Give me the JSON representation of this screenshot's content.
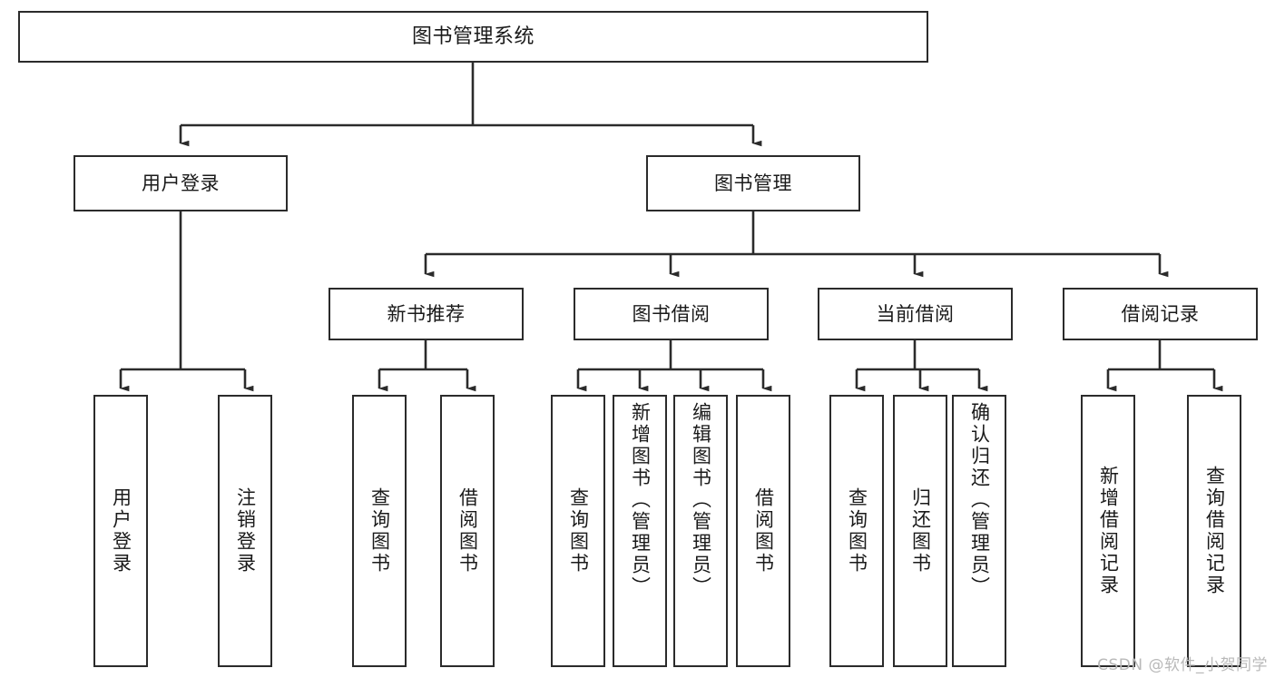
{
  "diagram": {
    "title": "图书管理系统",
    "type": "hierarchy-tree",
    "watermark": "CSDN @软件_小贺同学",
    "colors": {
      "background": "#ffffff",
      "node_border": "#2b2b2b",
      "node_fill": "#ffffff",
      "edge": "#2b2b2b",
      "text": "#1a1a1a",
      "watermark": "#b9b9b9"
    },
    "nodes": {
      "root": {
        "label": "图书管理系统"
      },
      "level2": [
        {
          "id": "user-login",
          "label": "用户登录"
        },
        {
          "id": "book-manage",
          "label": "图书管理"
        }
      ],
      "level3": [
        {
          "id": "new-book-recommend",
          "label": "新书推荐"
        },
        {
          "id": "book-borrow",
          "label": "图书借阅"
        },
        {
          "id": "current-borrow",
          "label": "当前借阅"
        },
        {
          "id": "borrow-record",
          "label": "借阅记录"
        }
      ],
      "leaves": {
        "user_login": [
          {
            "id": "leaf-user-login",
            "label": "用户登录"
          },
          {
            "id": "leaf-logout-login",
            "label": "注销登录"
          }
        ],
        "new_book_recommend": [
          {
            "id": "leaf-query-book-1",
            "label": "查询图书"
          },
          {
            "id": "leaf-borrow-book-1",
            "label": "借阅图书"
          }
        ],
        "book_borrow": [
          {
            "id": "leaf-query-book-2",
            "label": "查询图书"
          },
          {
            "id": "leaf-add-book",
            "label": "新增图书（管理员）"
          },
          {
            "id": "leaf-edit-book",
            "label": "编辑图书（管理员）"
          },
          {
            "id": "leaf-borrow-book-2",
            "label": "借阅图书"
          }
        ],
        "current_borrow": [
          {
            "id": "leaf-query-book-3",
            "label": "查询图书"
          },
          {
            "id": "leaf-return-book",
            "label": "归还图书"
          },
          {
            "id": "leaf-confirm-return",
            "label": "确认归还（管理员）"
          }
        ],
        "borrow_record": [
          {
            "id": "leaf-add-record",
            "label": "新增借阅记录"
          },
          {
            "id": "leaf-query-record",
            "label": "查询借阅记录"
          }
        ]
      }
    },
    "edges": [
      {
        "from": "图书管理系统",
        "to": "用户登录"
      },
      {
        "from": "图书管理系统",
        "to": "图书管理"
      },
      {
        "from": "图书管理",
        "to": "新书推荐"
      },
      {
        "from": "图书管理",
        "to": "图书借阅"
      },
      {
        "from": "图书管理",
        "to": "当前借阅"
      },
      {
        "from": "图书管理",
        "to": "借阅记录"
      },
      {
        "from": "用户登录",
        "to": "用户登录"
      },
      {
        "from": "用户登录",
        "to": "注销登录"
      },
      {
        "from": "新书推荐",
        "to": "查询图书"
      },
      {
        "from": "新书推荐",
        "to": "借阅图书"
      },
      {
        "from": "图书借阅",
        "to": "查询图书"
      },
      {
        "from": "图书借阅",
        "to": "新增图书（管理员）"
      },
      {
        "from": "图书借阅",
        "to": "编辑图书（管理员）"
      },
      {
        "from": "图书借阅",
        "to": "借阅图书"
      },
      {
        "from": "当前借阅",
        "to": "查询图书"
      },
      {
        "from": "当前借阅",
        "to": "归还图书"
      },
      {
        "from": "当前借阅",
        "to": "确认归还（管理员）"
      },
      {
        "from": "借阅记录",
        "to": "新增借阅记录"
      },
      {
        "from": "借阅记录",
        "to": "查询借阅记录"
      }
    ]
  }
}
